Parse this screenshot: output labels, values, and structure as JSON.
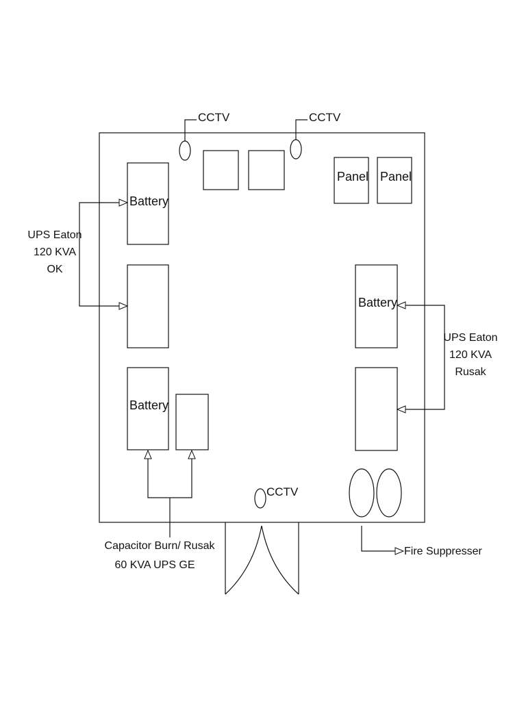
{
  "room": {
    "cctv_label": "CCTV",
    "cameras": [
      "CCTV",
      "CCTV",
      "CCTV"
    ],
    "boxes": {
      "battery_top_left": "Battery",
      "battery_right": "Battery",
      "battery_bottom_left": "Battery",
      "panel_1": "Panel",
      "panel_2": "Panel"
    }
  },
  "labels": {
    "ups_ok": [
      "UPS Eaton",
      "120 KVA",
      "OK"
    ],
    "ups_rusak": [
      "UPS Eaton",
      "120 KVA",
      "Rusak"
    ],
    "capacitor": [
      "Capacitor Burn/ Rusak",
      "60 KVA UPS GE"
    ],
    "fire_suppresser": "Fire Suppresser"
  }
}
